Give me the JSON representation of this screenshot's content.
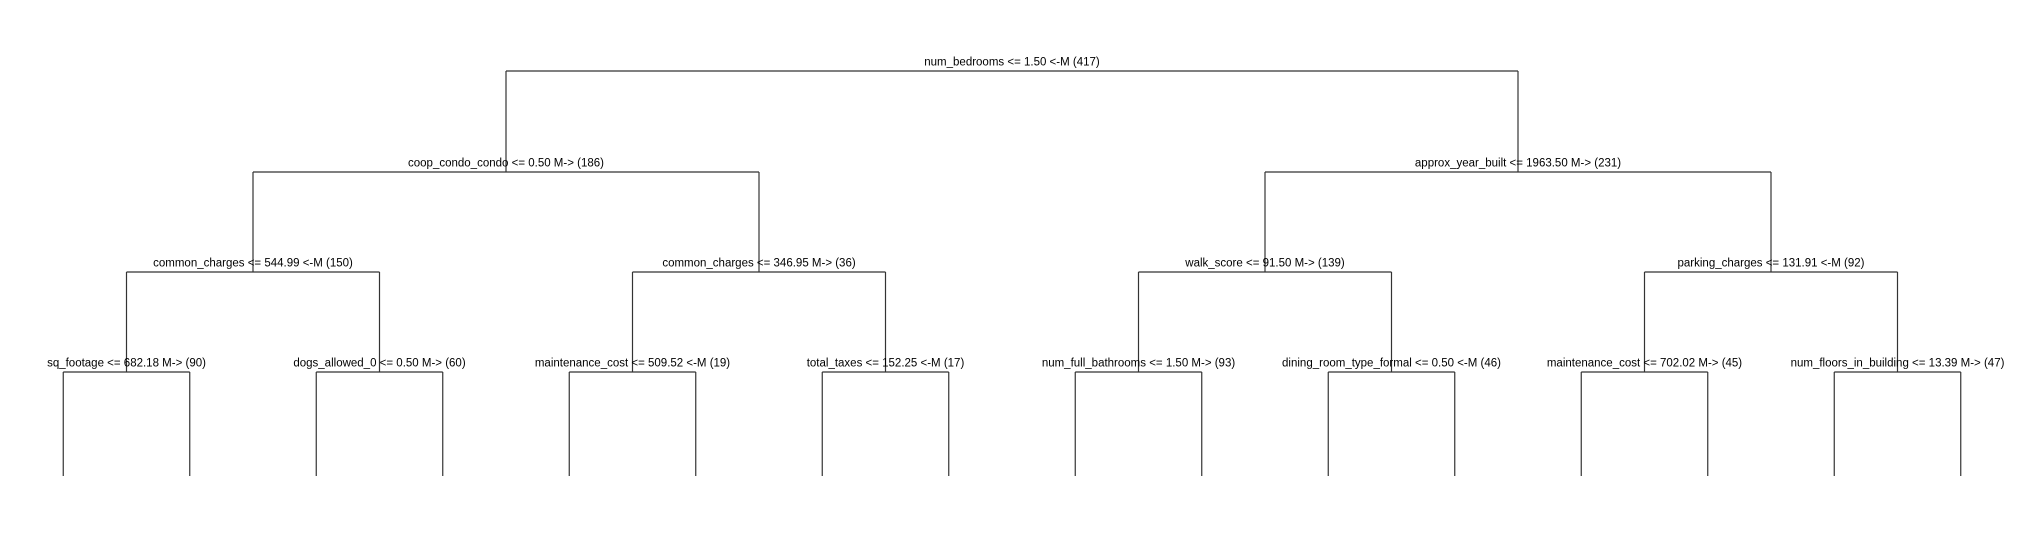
{
  "tree": {
    "label": "num_bedrooms <= 1.50 <-M (417)",
    "children": [
      {
        "label": "coop_condo_condo <= 0.50 M-> (186)",
        "children": [
          {
            "label": "common_charges <= 544.99 <-M (150)",
            "children": [
              {
                "label": "sq_footage <= 682.18 M-> (90)"
              },
              {
                "label": "dogs_allowed_0 <= 0.50 M-> (60)"
              }
            ]
          },
          {
            "label": "common_charges <= 346.95 M-> (36)",
            "children": [
              {
                "label": "maintenance_cost <= 509.52 <-M (19)"
              },
              {
                "label": "total_taxes <= 152.25 <-M (17)"
              }
            ]
          }
        ]
      },
      {
        "label": "approx_year_built <= 1963.50 M-> (231)",
        "children": [
          {
            "label": "walk_score <= 91.50 M-> (139)",
            "children": [
              {
                "label": "num_full_bathrooms <= 1.50 M-> (93)"
              },
              {
                "label": "dining_room_type_formal <= 0.50 <-M (46)"
              }
            ]
          },
          {
            "label": "parking_charges <= 131.91 <-M (92)",
            "children": [
              {
                "label": "maintenance_cost <= 702.02 M-> (45)"
              },
              {
                "label": "num_floors_in_building <= 13.39 M-> (47)"
              }
            ]
          }
        ]
      }
    ]
  }
}
